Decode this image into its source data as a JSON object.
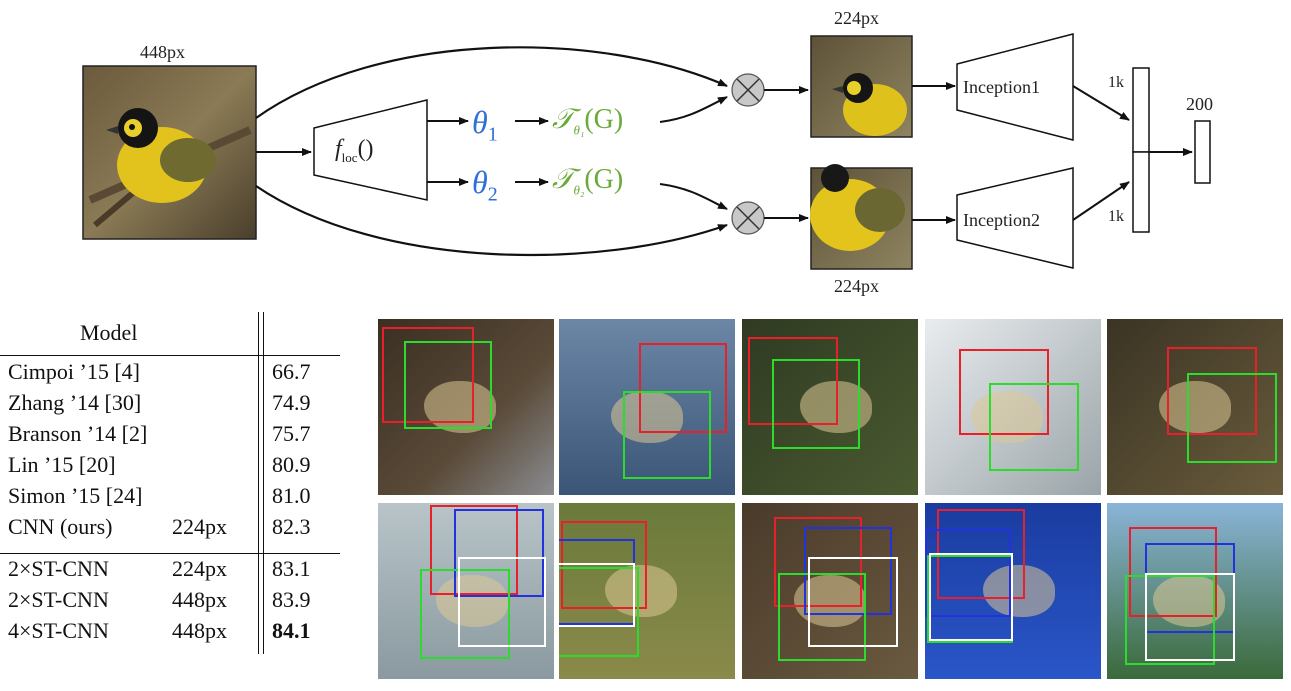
{
  "diagram": {
    "input_size_label": "448px",
    "crop_top_size_label": "224px",
    "crop_bottom_size_label": "224px",
    "loc_net_label": "f",
    "loc_net_sub": "loc",
    "loc_net_paren": "()",
    "theta1": "θ",
    "theta1_sub": "1",
    "theta2": "θ",
    "theta2_sub": "2",
    "transform1": "𝒯",
    "transform1_sub": "θ₁",
    "transform1_arg": "(G)",
    "transform2": "𝒯",
    "transform2_sub": "θ₂",
    "transform2_arg": "(G)",
    "inception1_label": "Inception1",
    "inception2_label": "Inception2",
    "feat1_label": "1k",
    "feat2_label": "1k",
    "output_label": "200",
    "colors": {
      "theta": "#2f6fd6",
      "transform": "#6aaa3a",
      "arrow": "#111111",
      "sampler": "#c8c8c8"
    }
  },
  "table": {
    "header_model": "Model",
    "rows": [
      {
        "model": "Cimpoi ’15 [4]",
        "res": "",
        "acc": "66.7",
        "bold": false
      },
      {
        "model": "Zhang ’14 [30]",
        "res": "",
        "acc": "74.9",
        "bold": false
      },
      {
        "model": "Branson ’14 [2]",
        "res": "",
        "acc": "75.7",
        "bold": false
      },
      {
        "model": "Lin ’15 [20]",
        "res": "",
        "acc": "80.9",
        "bold": false
      },
      {
        "model": "Simon ’15 [24]",
        "res": "",
        "acc": "81.0",
        "bold": false
      },
      {
        "model": "CNN (ours)",
        "res": "224px",
        "acc": "82.3",
        "bold": false
      },
      {
        "model": "2×ST-CNN",
        "res": "224px",
        "acc": "83.1",
        "bold": false
      },
      {
        "model": "2×ST-CNN",
        "res": "448px",
        "acc": "83.9",
        "bold": false
      },
      {
        "model": "4×ST-CNN",
        "res": "448px",
        "acc": "84.1",
        "bold": true
      }
    ]
  },
  "gallery": {
    "box_colors": [
      "#e8202a",
      "#2cdc2c",
      "#2233dd",
      "#ffffff"
    ]
  }
}
